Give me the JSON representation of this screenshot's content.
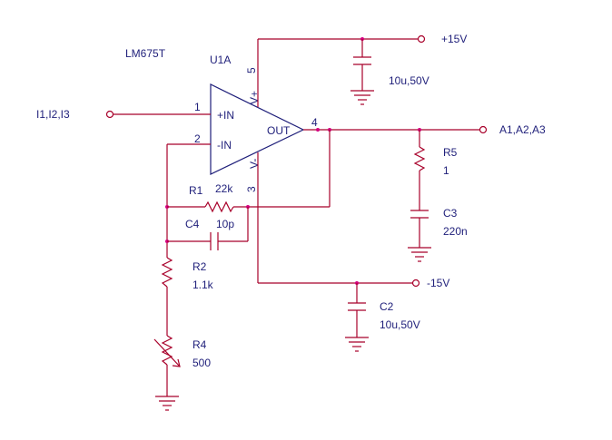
{
  "opamp": {
    "part": "LM675T",
    "ref": "U1A",
    "pin_in_plus": "+IN",
    "pin_in_minus": "-IN",
    "pin_out": "OUT",
    "pin_vplus": "V+",
    "pin_vminus": "V-",
    "pin1": "1",
    "pin2": "2",
    "pin3": "3",
    "pin4": "4",
    "pin5": "5"
  },
  "ports": {
    "input": "I1,I2,I3",
    "output": "A1,A2,A3",
    "vpos": "+15V",
    "vneg": "-15V"
  },
  "parts": {
    "r1_ref": "R1",
    "r1_val": "22k",
    "c4_ref": "C4",
    "c4_val": "10p",
    "r2_ref": "R2",
    "r2_val": "1.1k",
    "r4_ref": "R4",
    "r4_val": "500",
    "r5_ref": "R5",
    "r5_val": "1",
    "c3_ref": "C3",
    "c3_val": "220n",
    "c1_val": "10u,50V",
    "c2_ref": "C2",
    "c2_val": "10u,50V"
  },
  "colors": {
    "wire": "#a8002a",
    "symbol": "#1f1f7a",
    "junction": "#d40080"
  }
}
